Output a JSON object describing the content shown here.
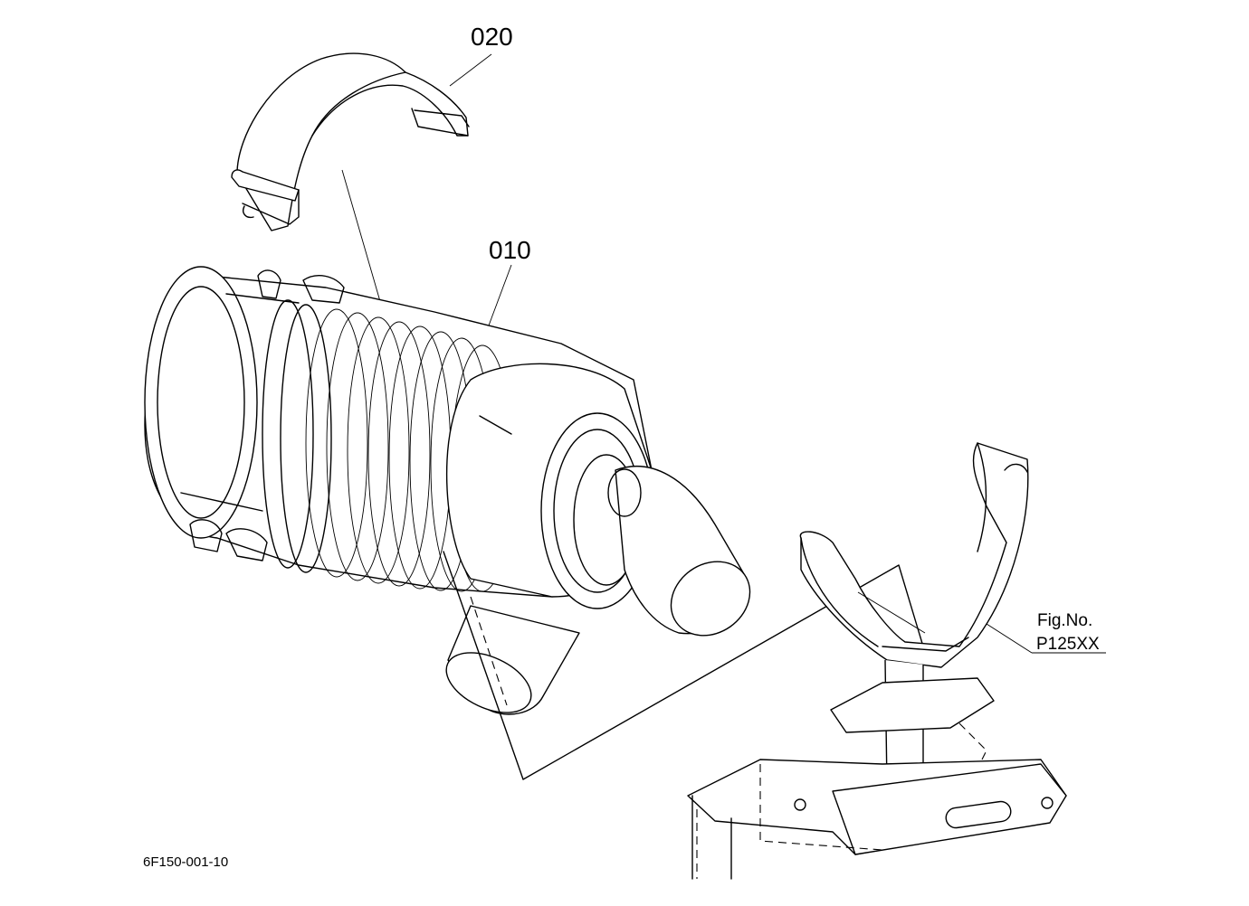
{
  "callouts": {
    "clamp_band": "020",
    "air_cleaner": "010"
  },
  "figure_reference": {
    "line1": "Fig.No.",
    "line2": "P125XX"
  },
  "drawing_code": "6F150-001-10"
}
